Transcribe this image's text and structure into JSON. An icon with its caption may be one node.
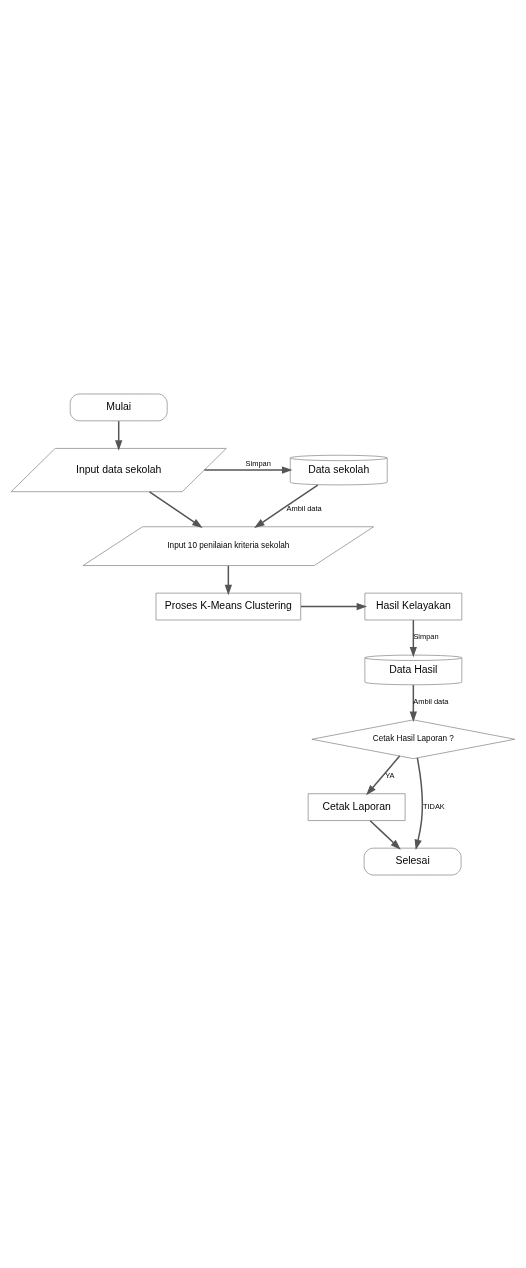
{
  "diagram": {
    "nodes": [
      {
        "text": [
          "Mulai"
        ]
      },
      {
        "text": [
          "Input data sekolah"
        ]
      },
      {
        "text": [
          "Data sekolah"
        ]
      },
      {
        "text": [
          "Input 10 penilaian kriteria sekolah"
        ]
      },
      {
        "text": [
          "Proses K-Means Clustering"
        ]
      },
      {
        "text": [
          "Hasil Kelayakan"
        ]
      },
      {
        "text": [
          "Data Hasil"
        ]
      },
      {
        "text": [
          "Cetak Hasil Laporan ?"
        ]
      },
      {
        "text": [
          "Cetak Laporan"
        ]
      },
      {
        "text": [
          "Selesai"
        ]
      }
    ],
    "edges": [
      {
        "from": 0,
        "to": 1,
        "arrow": "to"
      },
      {
        "from": 1,
        "to": 2,
        "arrow": "to",
        "label": "Simpan"
      },
      {
        "from": 2,
        "to": 3,
        "arrow": "to",
        "label": "Ambil data"
      },
      {
        "from": 1,
        "to": 3,
        "arrow": "to"
      },
      {
        "from": 3,
        "to": 4,
        "arrow": "to"
      },
      {
        "from": 4,
        "to": 5,
        "arrow": "to"
      },
      {
        "from": 5,
        "to": 6,
        "arrow": "to",
        "label": "Simpan"
      },
      {
        "from": 6,
        "to": 7,
        "arrow": "to",
        "label": "Ambil data"
      },
      {
        "from": 7,
        "to": 8,
        "arrow": "to",
        "label": "YA"
      },
      {
        "from": 7,
        "to": 9,
        "arrow": "to",
        "label": "TIDAK"
      },
      {
        "from": 8,
        "to": 9,
        "arrow": "to"
      }
    ]
  }
}
